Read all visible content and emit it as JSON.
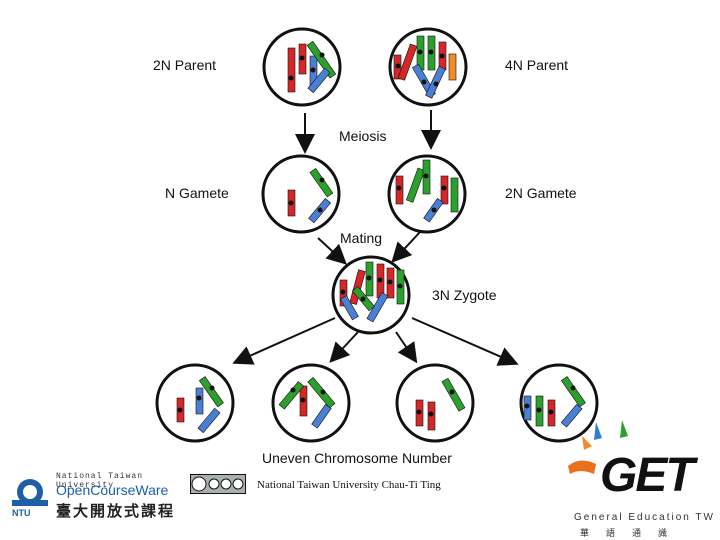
{
  "labels": {
    "parent_2n": "2N Parent",
    "parent_4n": "4N Parent",
    "meiosis": "Meiosis",
    "gamete_n": "N Gamete",
    "gamete_2n": "2N Gamete",
    "mating": "Mating",
    "zygote_3n": "3N Zygote",
    "uneven": "Uneven Chromosome Number",
    "credit": "National Taiwan University Chau-Ti Ting"
  },
  "logos": {
    "ntu_english": "National Taiwan University",
    "ntu_ocw": "OpenCourseWare",
    "ntu_chinese": "臺大開放式課程",
    "ntu_abbr": "NTU",
    "get_word": "GET",
    "get_sub": "General Education TW",
    "get_chinese": "華語通識"
  },
  "colors": {
    "red": "#d62728",
    "green": "#2ca02c",
    "blue": "#4a7fd4",
    "orange": "#f28c28",
    "outline": "#111111"
  }
}
